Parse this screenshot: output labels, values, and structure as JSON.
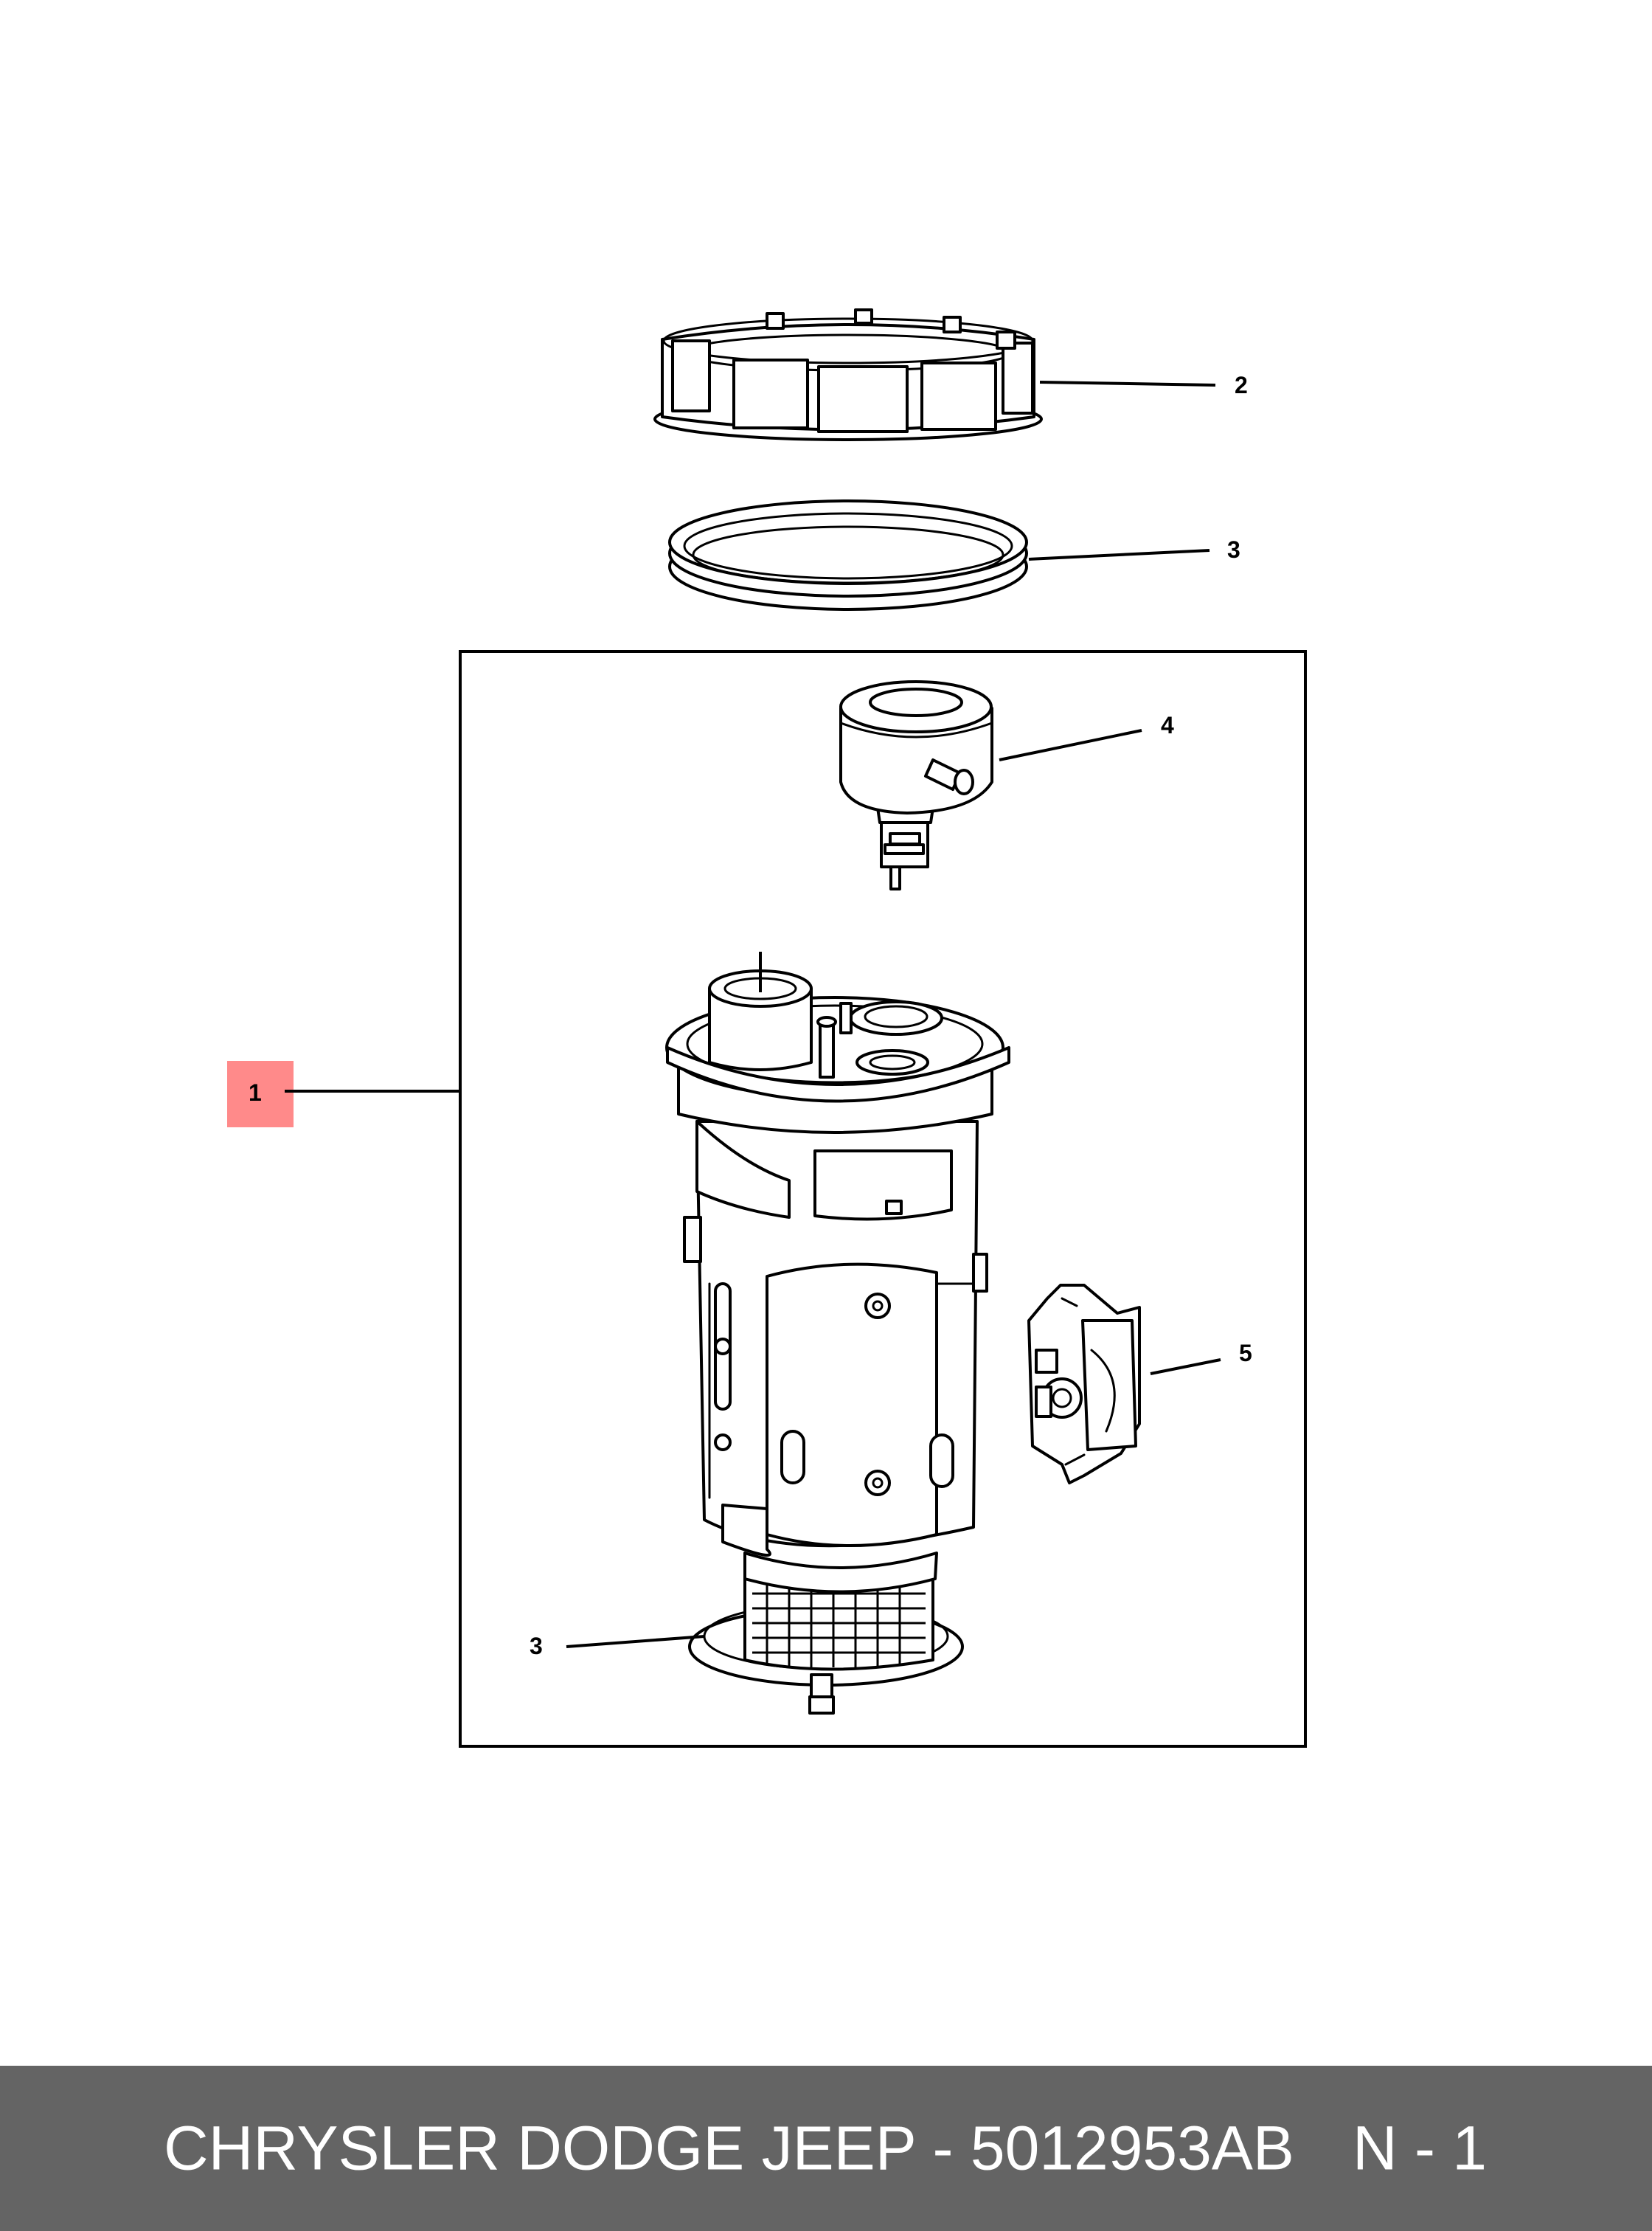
{
  "diagram": {
    "callouts": {
      "c1": "1",
      "c2": "2",
      "c3_top": "3",
      "c4": "4",
      "c5": "5",
      "c3_bottom": "3"
    },
    "highlight_color": "#ff8a8a"
  },
  "footer": {
    "title": "CHRYSLER DODGE JEEP - 5012953AB",
    "quantity": "N - 1",
    "background_color": "#646464"
  }
}
